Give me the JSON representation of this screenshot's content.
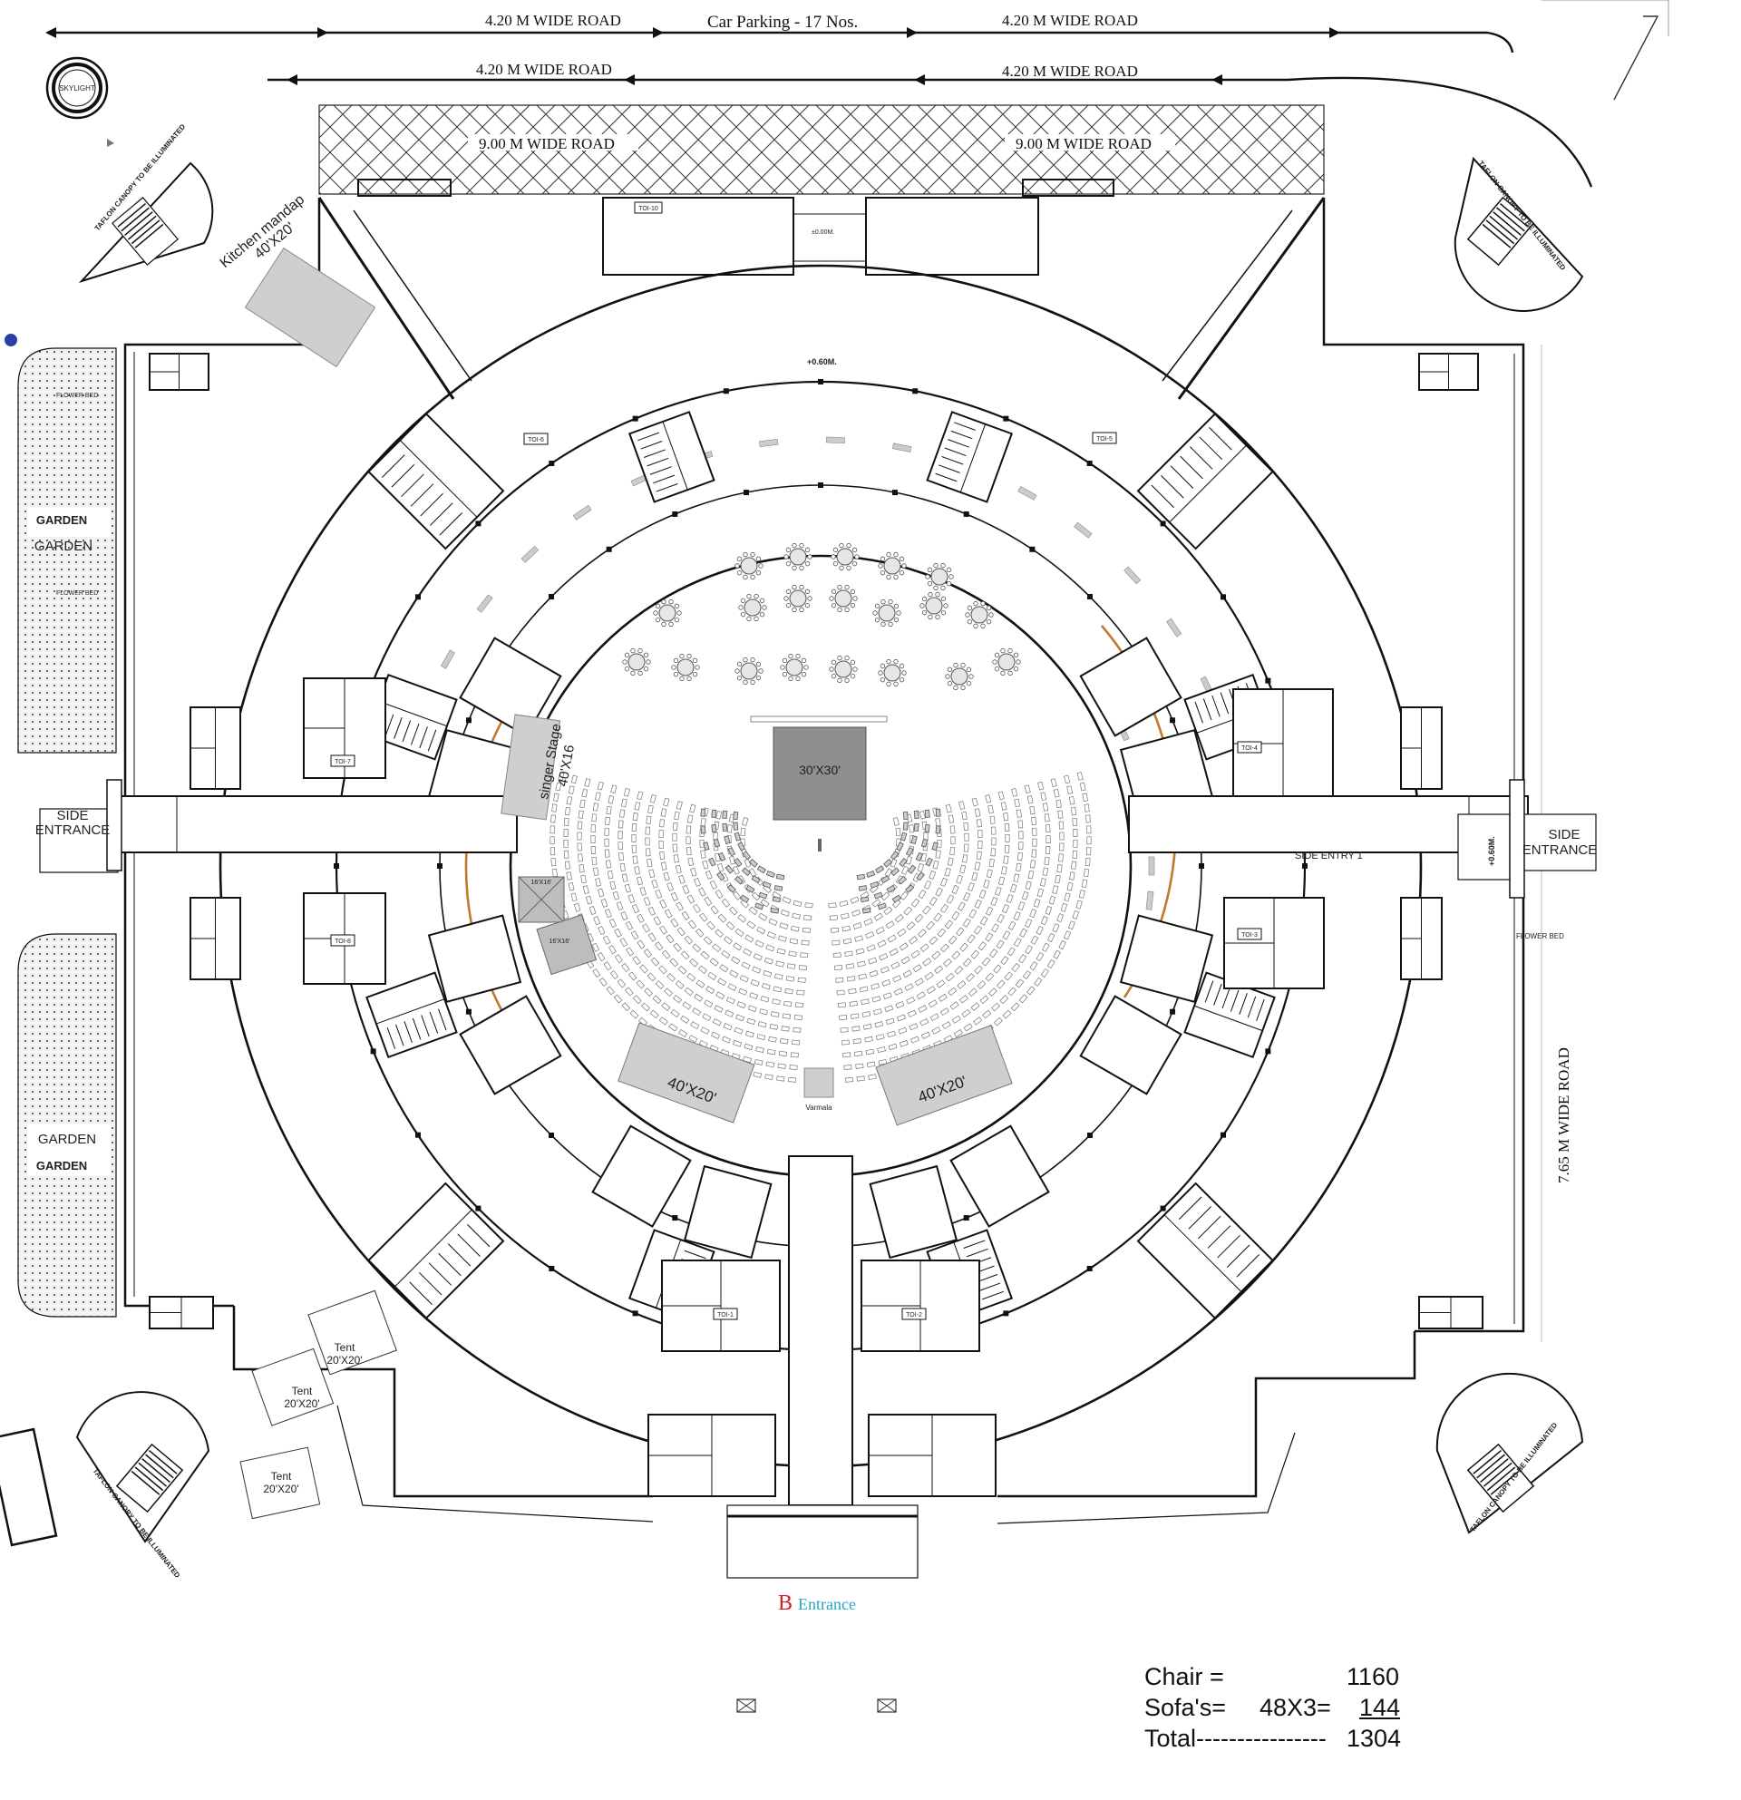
{
  "roads": {
    "top_left": "4.20 M   WIDE ROAD",
    "parking": "Car Parking - 17 Nos.",
    "top_right": "4.20 M   WIDE ROAD",
    "mid_left": "4.20 M   WIDE ROAD",
    "mid_right": "4.20 M   WIDE ROAD",
    "nine_left": "9.00 M   WIDE ROAD",
    "nine_right": "9.00 M   WIDE ROAD",
    "east": "7.65 M  WIDE ROAD"
  },
  "labels": {
    "skylight": "SKYLIGHT",
    "kitchen": "Kitchen mandap",
    "kitchen_size": "40'X20'",
    "canopy": "TAFLON CANOPY TO BE ILLUMINATED",
    "garden_bold": "GARDEN",
    "garden": "GARDEN",
    "flower_bed": "FLOWER BED",
    "side_entrance_l1": "SIDE",
    "side_entrance_l2": "ENTRANCE",
    "side_entrance_r1": "SIDE",
    "side_entrance_r2": "ENTRANCE",
    "side_entry_1": "SIDE ENTRY 1",
    "singer_stage": "singer Stage",
    "singer_stage_size": "40'X16",
    "main_stage": "30'X30'",
    "small_stage": "16'X16'",
    "lounge_size": "40'X20'",
    "varmala": "Varmala",
    "tent": "Tent",
    "tent_size": "20'X20'",
    "level_1": "+0.60M.",
    "level_2": "±0.00M.",
    "entrance_letter": "B",
    "entrance": "Entrance"
  },
  "toilets": [
    "TOI-1",
    "TOI-2",
    "TOI-3",
    "TOI-4",
    "TOI-5",
    "TOI-6",
    "TOI-7",
    "TOI-8",
    "TOI-10"
  ],
  "stats": {
    "chair_label": "Chair =",
    "chair_value": "1160",
    "sofa_label": "Sofa's=",
    "sofa_formula": "48X3=",
    "sofa_value": "144",
    "total_label": "Total----------------",
    "total_value": "1304"
  },
  "colors": {
    "line": "#111111",
    "stage_fill": "#a8a8a8",
    "pad_fill": "#cfcfcf",
    "garden_fill": "#f0f0f0",
    "entrance_letter": "#d62020",
    "entrance_text": "#2aa5c4",
    "marker_dot": "#2b3ea8",
    "amber_edge": "#c07a2a"
  }
}
